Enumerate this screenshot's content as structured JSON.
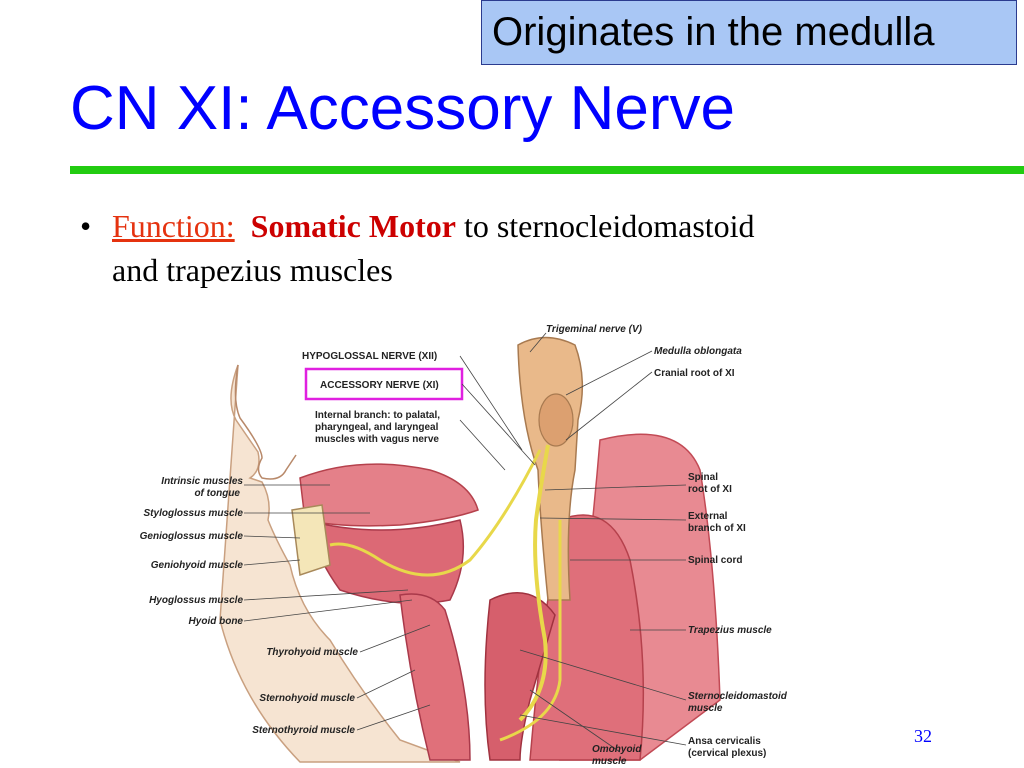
{
  "callout": "Originates in the medulla",
  "title": "CN XI: Accessory Nerve",
  "bullet": {
    "function_label": "Function:",
    "somatic_motor": "Somatic Motor",
    "rest_line1": " to sternocleidomastoid",
    "rest_line2": "and trapezius muscles"
  },
  "page_number": "32",
  "figure": {
    "labels_top": {
      "hypoglossal": "HYPOGLOSSAL NERVE (XII)",
      "accessory": "ACCESSORY NERVE (XI)",
      "internal_1": "Internal branch: to palatal,",
      "internal_2": "pharyngeal, and laryngeal",
      "internal_3": "muscles with vagus nerve"
    },
    "labels_left": {
      "intrinsic_1": "Intrinsic muscles",
      "intrinsic_2": "of tongue",
      "styloglossus": "Styloglossus muscle",
      "genioglossus": "Genioglossus muscle",
      "geniohyoid": "Geniohyoid muscle",
      "hyoglossus": "Hyoglossus muscle",
      "hyoid": "Hyoid bone",
      "thyrohyoid": "Thyrohyoid muscle",
      "sternohyoid": "Sternohyoid muscle",
      "sternothyroid": "Sternothyroid muscle"
    },
    "labels_right": {
      "trigeminal": "Trigeminal nerve (V)",
      "medulla": "Medulla oblongata",
      "cranial_root": "Cranial root of XI",
      "spinal_root_1": "Spinal",
      "spinal_root_2": "root of XI",
      "external_1": "External",
      "external_2": "branch of XI",
      "spinal_cord": "Spinal cord",
      "trapezius": "Trapezius muscle",
      "scm_1": "Sternocleidomastoid",
      "scm_2": "muscle",
      "ansa_1": "Ansa cervicalis",
      "ansa_2": "(cervical plexus)",
      "omohyoid_1": "Omohyoid",
      "omohyoid_2": "muscle"
    },
    "colors": {
      "muscle": "#e0707a",
      "muscle_dark": "#c24a55",
      "nerve": "#e8d84a",
      "brainstem": "#e9b98a",
      "skin": "#f4d9bf",
      "highlight_box": "#e020e0"
    }
  }
}
